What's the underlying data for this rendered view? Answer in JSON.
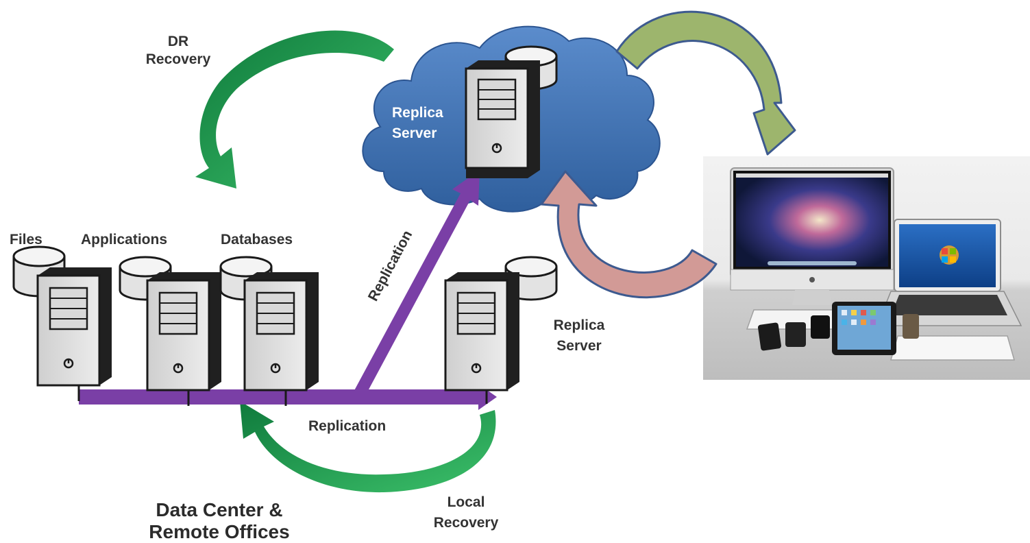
{
  "labels": {
    "dr_recovery": [
      "DR",
      "Recovery"
    ],
    "cloud_replica": [
      "Replica",
      "Server"
    ],
    "files": "Files",
    "applications": "Applications",
    "databases": "Databases",
    "replication_diagonal": "Replication",
    "replication_horizontal": "Replication",
    "local_replica": [
      "Replica",
      "Server"
    ],
    "local_recovery": [
      "Local",
      "Recovery"
    ],
    "data_center": [
      "Data Center &",
      "Remote Offices"
    ]
  },
  "colors": {
    "cloud": "#3f74b6",
    "replication_arrow": "#7a3fa6",
    "recovery_arrow": "#1f9a52",
    "outbound_arrow": "#9db56d",
    "inbound_arrow": "#d29a96",
    "arrow_outline": "#3d5a8f"
  }
}
